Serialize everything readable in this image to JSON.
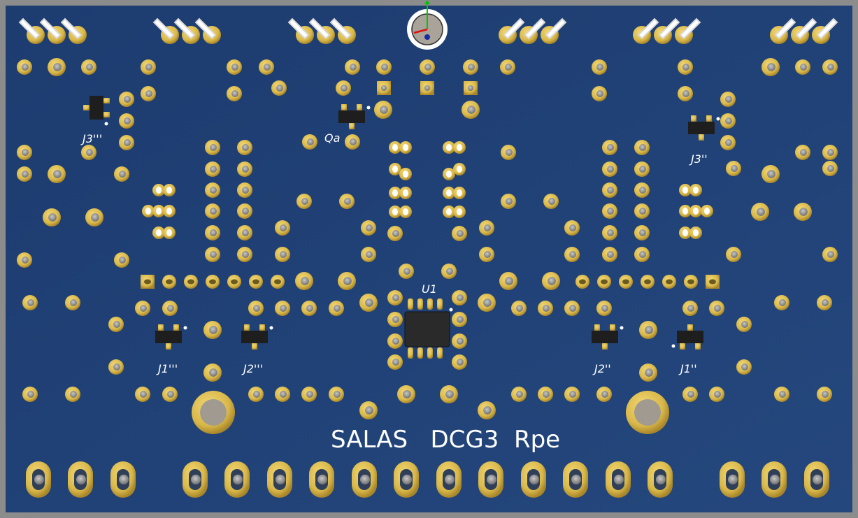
{
  "board": {
    "colors": {
      "soldermask": "#1f3f73",
      "frame": "#8a8a8a",
      "copper_pad": "#d9b84a",
      "copper_pad_dark": "#b8952d",
      "drill_hole": "#9a9a9a",
      "silkscreen": "#ffffff",
      "ic_body": "#2b2b2b"
    },
    "title_text": "SALAS   DCG3  Rpe",
    "origin_marker": "origin-axes-icon"
  },
  "labels": {
    "j3_left": "J3'''",
    "qa": "Qa",
    "j3_right": "J3''",
    "u1": "U1",
    "j1_left": "J1'''",
    "j2_left": "J2'''",
    "j2_right": "J2''",
    "j1_right": "J1''"
  },
  "components": [
    {
      "ref": "J3'''",
      "type": "SOT-23 transistor"
    },
    {
      "ref": "Qa",
      "type": "SOT-23 transistor"
    },
    {
      "ref": "J3''",
      "type": "SOT-23 transistor"
    },
    {
      "ref": "U1",
      "type": "SOIC-8 IC"
    },
    {
      "ref": "J1'''",
      "type": "SOT-23 transistor"
    },
    {
      "ref": "J2'''",
      "type": "SOT-23 transistor"
    },
    {
      "ref": "J2''",
      "type": "SOT-23 transistor"
    },
    {
      "ref": "J1''",
      "type": "SOT-23 transistor"
    }
  ]
}
